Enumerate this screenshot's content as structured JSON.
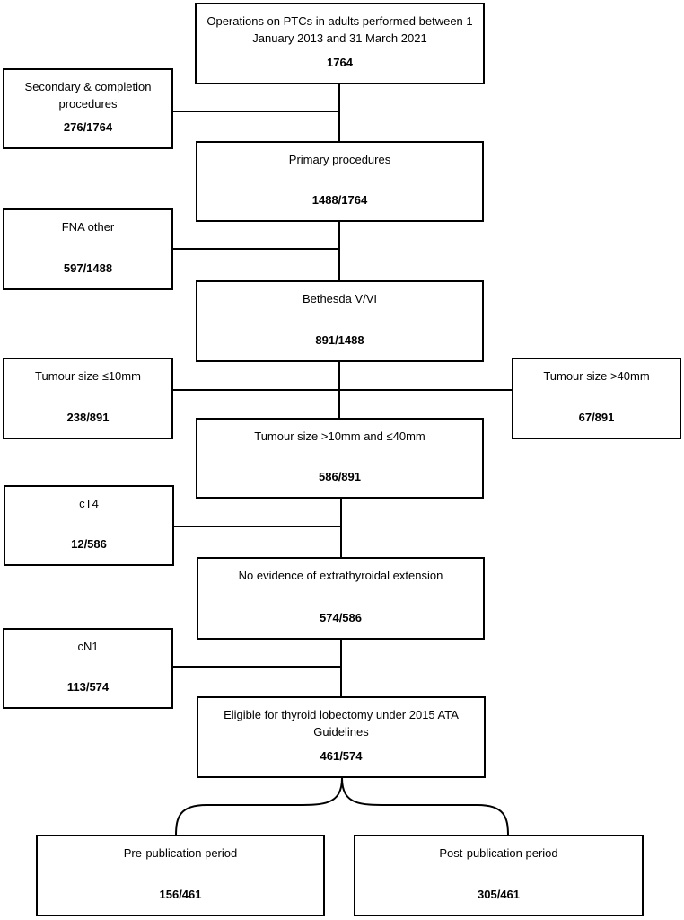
{
  "flowchart": {
    "total": {
      "label": "Operations on PTCs in adults performed between 1 January 2013 and 31 March 2021",
      "count": "1764"
    },
    "secondary": {
      "label": "Secondary & completion procedures",
      "count": "276/1764"
    },
    "primary": {
      "label": "Primary procedures",
      "count": "1488/1764"
    },
    "fna_other": {
      "label": "FNA other",
      "count": "597/1488"
    },
    "bethesda": {
      "label": "Bethesda V/VI",
      "count": "891/1488"
    },
    "tumour_small": {
      "label": "Tumour size ≤10mm",
      "count": "238/891"
    },
    "tumour_large": {
      "label": "Tumour size >40mm",
      "count": "67/891"
    },
    "tumour_mid": {
      "label": "Tumour size >10mm and ≤40mm",
      "count": "586/891"
    },
    "ct4": {
      "label": "cT4",
      "count": "12/586"
    },
    "no_ete": {
      "label": "No evidence of extrathyroidal extension",
      "count": "574/586"
    },
    "cn1": {
      "label": "cN1",
      "count": "113/574"
    },
    "eligible": {
      "label": "Eligible for thyroid lobectomy under 2015 ATA Guidelines",
      "count": "461/574"
    },
    "pre_pub": {
      "label": "Pre-publication period",
      "count": "156/461"
    },
    "post_pub": {
      "label": "Post-publication period",
      "count": "305/461"
    }
  }
}
